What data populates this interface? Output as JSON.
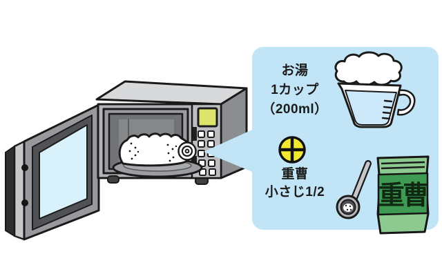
{
  "callout": {
    "bg_color": "#c2e4f7",
    "hot_water": {
      "line1": "お湯",
      "line2": "1カップ",
      "line3": "（200ml）",
      "icon": "measuring-cup-with-steam-icon"
    },
    "plus": {
      "icon": "plus-icon",
      "circle_color": "#f3e831"
    },
    "baking_soda": {
      "line1": "重曹",
      "line2": "小さじ1/2",
      "icons": [
        "measuring-spoon-icon",
        "baking-soda-bag-icon"
      ]
    },
    "bag_label": "重曹"
  },
  "illustration": {
    "subject_icon": "open-microwave-with-rolled-towel-on-plate-icon",
    "parts": [
      "microwave-door",
      "door-window",
      "towel-roll",
      "plate",
      "control-panel",
      "display",
      "buttons"
    ]
  },
  "colors": {
    "callout_bg": "#c2e4f7",
    "plus_yellow": "#f3e831",
    "bag_green_dark": "#3f9b53",
    "bag_green_light": "#8cca90",
    "display_green": "#dde36b",
    "window_blue": "#d9f1fb",
    "microwave_front_gray": "#b2b4b7",
    "outline": "#1a1a1a"
  }
}
